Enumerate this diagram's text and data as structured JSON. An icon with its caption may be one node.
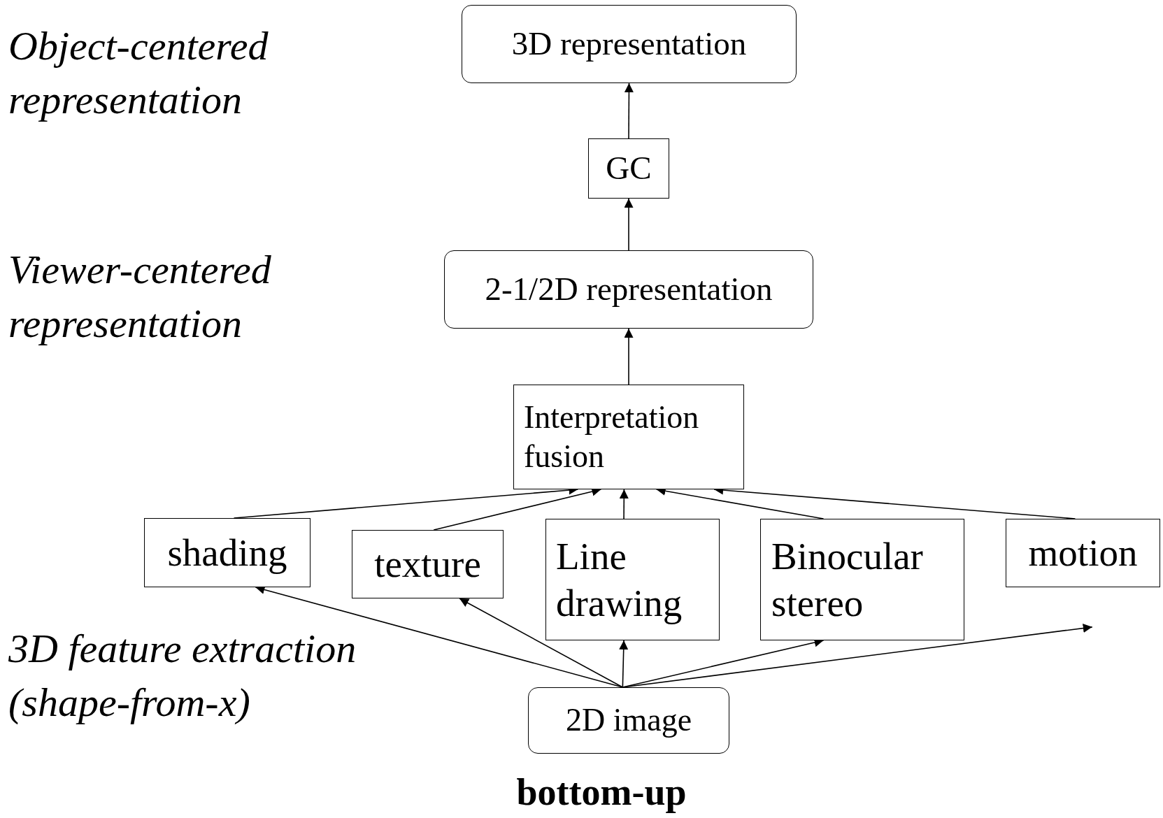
{
  "diagram": {
    "nodes": [
      {
        "text": [
          "3D representation"
        ]
      },
      {
        "text": [
          "GC"
        ]
      },
      {
        "text": [
          "2-1/2D representation"
        ]
      },
      {
        "text": [
          "Interpretation fusion"
        ]
      },
      {
        "text": [
          "shading"
        ]
      },
      {
        "text": [
          "texture"
        ]
      },
      {
        "text": [
          "Line drawing"
        ]
      },
      {
        "text": [
          "Binocular stereo"
        ]
      },
      {
        "text": [
          "motion"
        ]
      },
      {
        "text": [
          "2D image"
        ]
      }
    ],
    "edges": [
      {
        "from": 1,
        "to": 0,
        "arrow": "to"
      },
      {
        "from": 2,
        "to": 1,
        "arrow": "to"
      },
      {
        "from": 3,
        "to": 2,
        "arrow": "to"
      },
      {
        "from": 4,
        "to": 3,
        "arrow": "to"
      },
      {
        "from": 5,
        "to": 3,
        "arrow": "to"
      },
      {
        "from": 6,
        "to": 3,
        "arrow": "to"
      },
      {
        "from": 7,
        "to": 3,
        "arrow": "to"
      },
      {
        "from": 8,
        "to": 3,
        "arrow": "to"
      },
      {
        "from": 9,
        "to": 4,
        "arrow": "to"
      },
      {
        "from": 9,
        "to": 5,
        "arrow": "to"
      },
      {
        "from": 9,
        "to": 6,
        "arrow": "to"
      },
      {
        "from": 9,
        "to": 7,
        "arrow": "to"
      },
      {
        "from": 9,
        "to": 8,
        "arrow": "to"
      }
    ],
    "labels": [
      "Object-centered representation",
      "Viewer-centered representation",
      "3D feature extraction (shape-from-x)",
      "bottom-up"
    ]
  }
}
